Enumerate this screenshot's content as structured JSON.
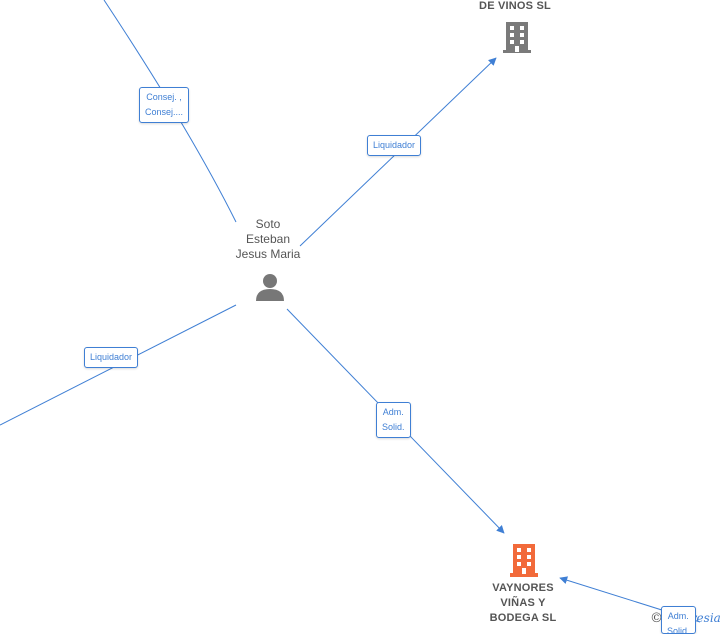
{
  "person": {
    "name_line1": "Soto",
    "name_line2": "Esteban",
    "name_line3": "Jesus Maria",
    "icon": "person-icon"
  },
  "companies": {
    "top": {
      "name_line1": "DE VINOS  SL",
      "icon": "building-icon",
      "color": "#7a7a7a"
    },
    "bottom": {
      "name_line1": "VAYNORES",
      "name_line2": "VIÑAS Y",
      "name_line3": "BODEGA  SL",
      "icon": "building-icon",
      "color": "#f26a3a"
    }
  },
  "relations": {
    "consej": {
      "line1": "Consej. ,",
      "line2": "Consej...."
    },
    "liquidador_top": {
      "line1": "Liquidador"
    },
    "liquidador_left": {
      "line1": "Liquidador"
    },
    "adm_solid_main": {
      "line1": "Adm.",
      "line2": "Solid."
    },
    "adm_solid_corner": {
      "line1": "Adm.",
      "line2": "Solid."
    }
  },
  "watermark": {
    "symbol": "©",
    "text": "Empresia"
  },
  "colors": {
    "edge": "#3f7fd4",
    "node_text": "#555555"
  }
}
